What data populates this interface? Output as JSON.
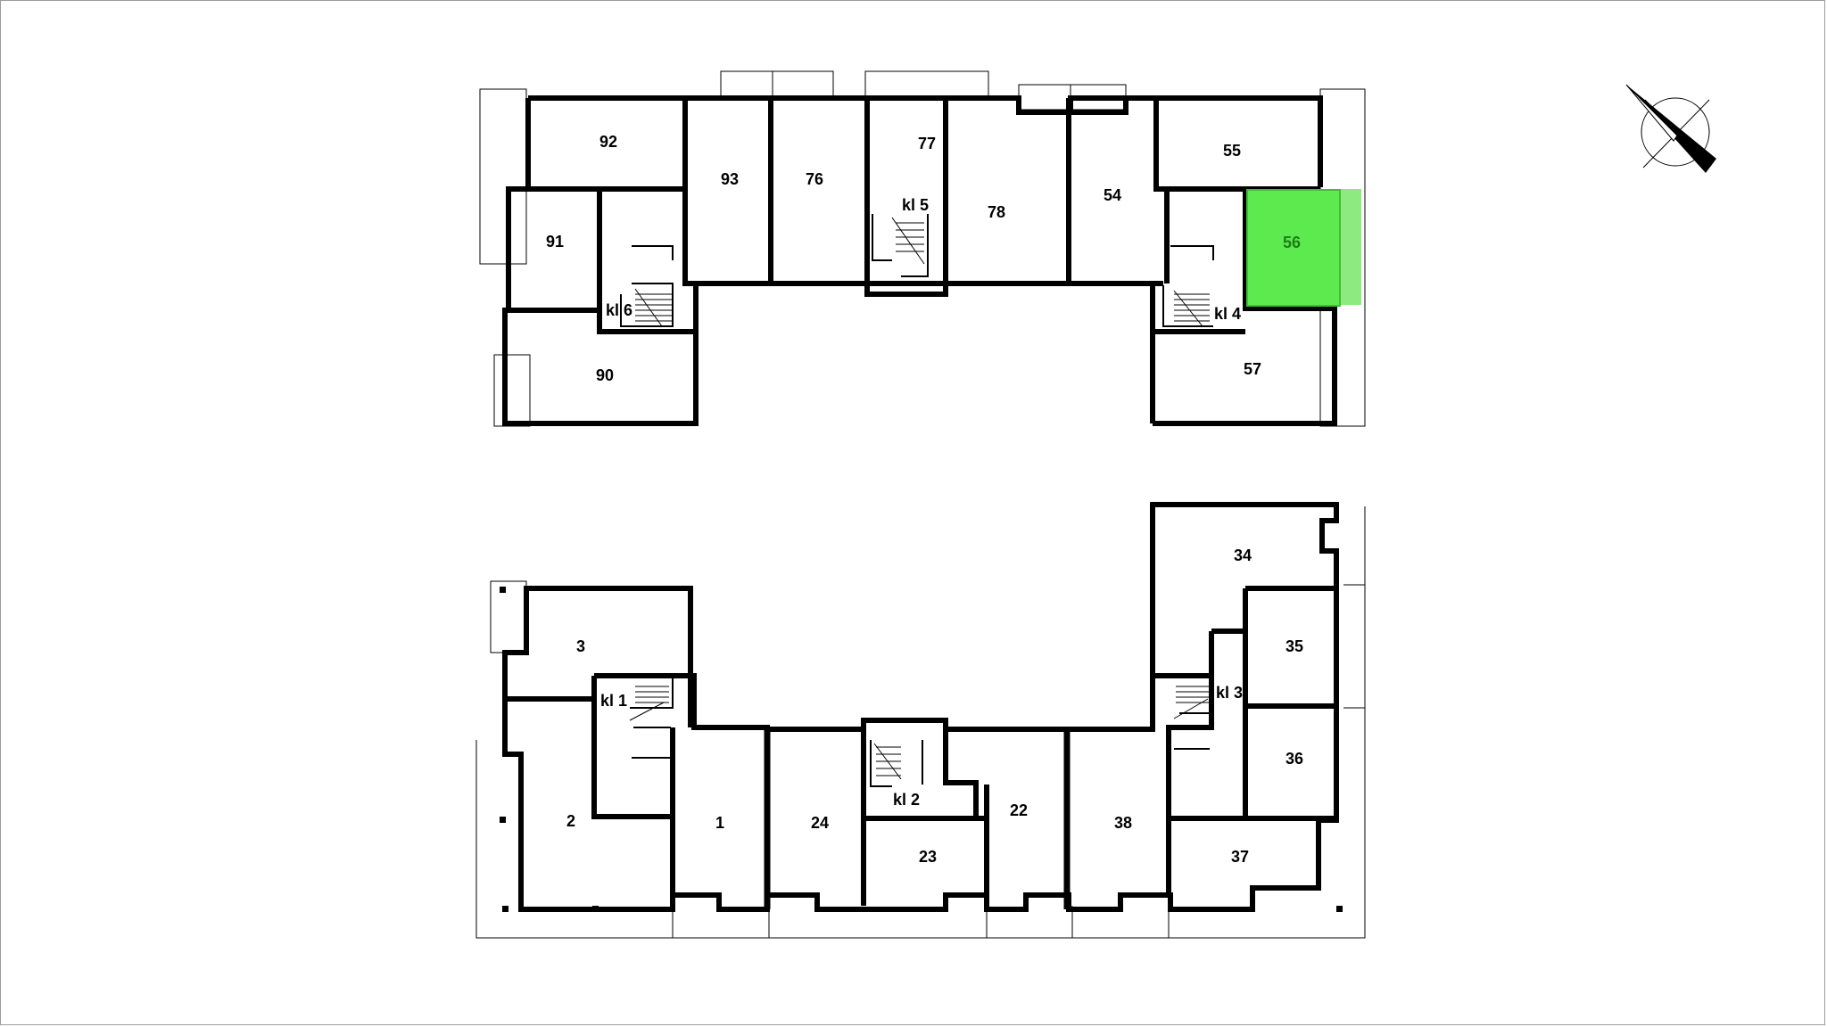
{
  "plan": {
    "highlight_color": "#5dea4f",
    "north_icon": "compass-north-arrow-icon",
    "upper_block": {
      "units": [
        "92",
        "93",
        "76",
        "77",
        "78",
        "54",
        "55",
        "56",
        "91",
        "90",
        "57"
      ],
      "stairs": [
        "kl 6",
        "kl 5",
        "kl 4"
      ]
    },
    "lower_block": {
      "units": [
        "3",
        "2",
        "1",
        "24",
        "23",
        "22",
        "38",
        "34",
        "35",
        "36",
        "37"
      ],
      "stairs": [
        "kl 1",
        "kl 2",
        "kl 3"
      ]
    },
    "selected_unit": "56"
  }
}
